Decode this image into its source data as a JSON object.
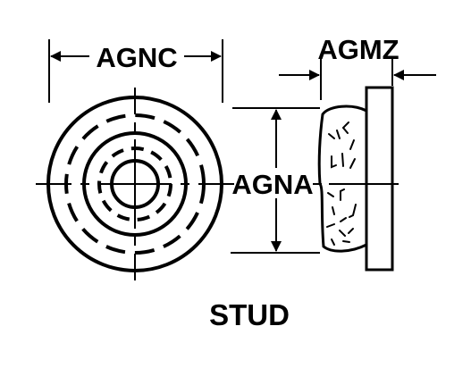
{
  "labels": {
    "agnc": "AGNC",
    "agmz": "AGMZ",
    "agna": "AGNA",
    "title": "STUD"
  },
  "colors": {
    "ink": "#000000",
    "paper": "#ffffff"
  }
}
